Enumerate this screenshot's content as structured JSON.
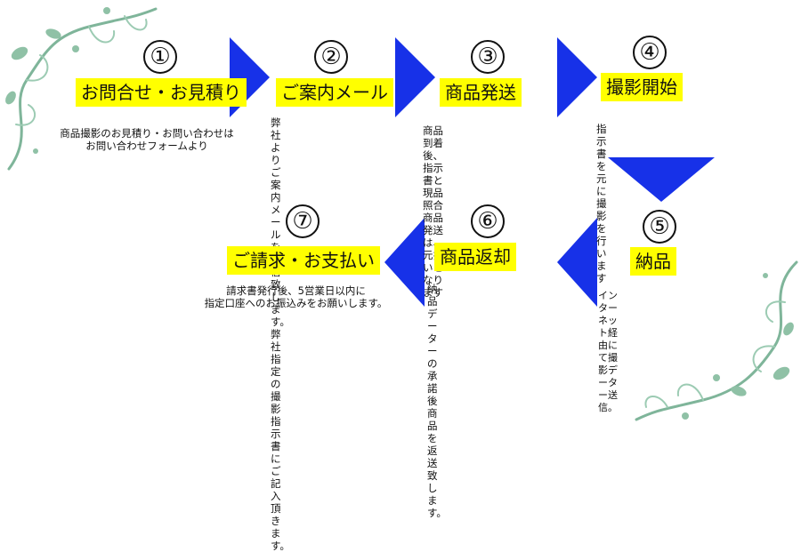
{
  "steps": [
    {
      "num": "①",
      "label": "お問合せ・お見積り",
      "desc": "商品撮影のお見積り・お問い合わせは\nお問い合わせフォームより"
    },
    {
      "num": "②",
      "label": "ご案内メール",
      "desc": "弊社よりご案内メールを\n送信致します。弊社指定の\n撮影指示書にご記入頂きます。"
    },
    {
      "num": "③",
      "label": "商品発送",
      "desc": "商品到着後、指示書と現品照合\n商品発送は、元払いとなります"
    },
    {
      "num": "④",
      "label": "撮影開始",
      "desc": "指示書を元に撮影を行います"
    },
    {
      "num": "⑤",
      "label": "納品",
      "desc": "インターネット経由にて撮影データー送信。"
    },
    {
      "num": "⑥",
      "label": "商品返却",
      "desc": "納品データーの承諾後\n商品を返送致します。"
    },
    {
      "num": "⑦",
      "label": "ご請求・お支払い",
      "desc": "請求書発行後、5営業日以内に\n指定口座へのお振込みをお願いします。"
    }
  ],
  "colors": {
    "arrow": "#1731e8",
    "highlight": "#ffff00",
    "vine": "#7fb59a"
  }
}
